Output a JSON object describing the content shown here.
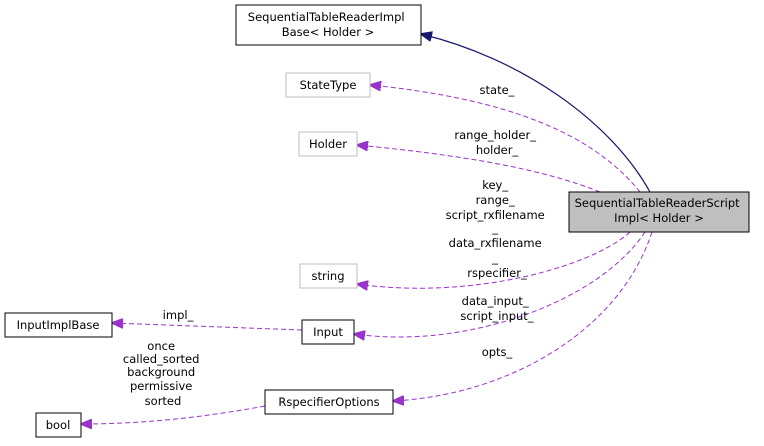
{
  "nodes": {
    "base": {
      "lines": [
        "SequentialTableReaderImpl",
        "Base< Holder >"
      ]
    },
    "main": {
      "lines": [
        "SequentialTableReaderScript",
        "Impl< Holder >"
      ]
    },
    "state_type": {
      "lines": [
        "StateType"
      ]
    },
    "holder": {
      "lines": [
        "Holder"
      ]
    },
    "string": {
      "lines": [
        "string"
      ]
    },
    "input": {
      "lines": [
        "Input"
      ]
    },
    "input_impl_base": {
      "lines": [
        "InputImplBase"
      ]
    },
    "rspecifier_options": {
      "lines": [
        "RspecifierOptions"
      ]
    },
    "bool": {
      "lines": [
        "bool"
      ]
    }
  },
  "edge_labels": {
    "state": [
      "state_"
    ],
    "holder": [
      "range_holder_",
      "holder_"
    ],
    "string": [
      "key_",
      "range_",
      "script_rxfilename",
      "_",
      "data_rxfilename",
      "_",
      "rspecifier_"
    ],
    "input": [
      "data_input_",
      "script_input_"
    ],
    "impl": [
      "impl_"
    ],
    "opts": [
      "opts_"
    ],
    "bool": [
      "once",
      "called_sorted",
      "background",
      "permissive",
      "sorted"
    ]
  },
  "colors": {
    "inheritance": "#191970",
    "usage": "#9a32cd",
    "main_fill": "#bfbfbf",
    "grey_border": "#bfbfbf"
  }
}
